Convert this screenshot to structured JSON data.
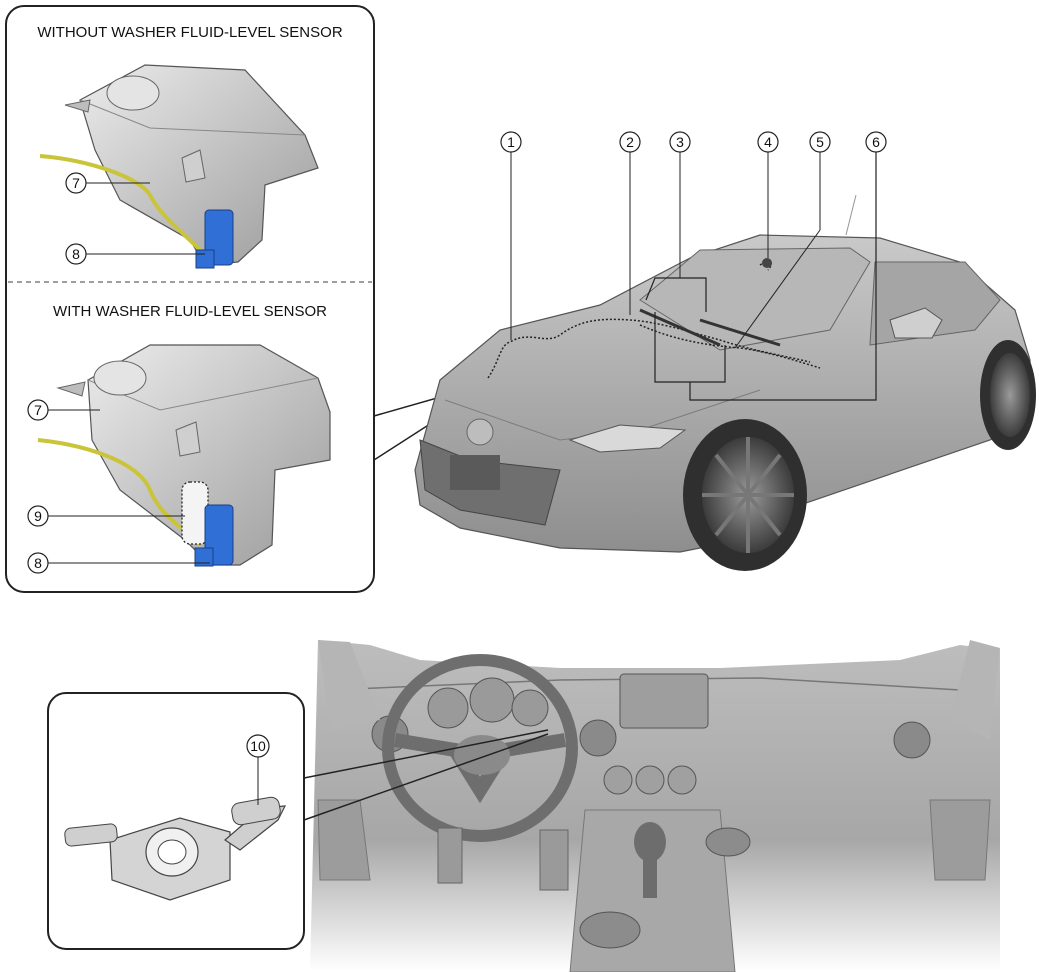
{
  "panels": {
    "without_sensor_title": "WITHOUT WASHER FLUID-LEVEL SENSOR",
    "with_sensor_title": "WITH WASHER FLUID-LEVEL SENSOR"
  },
  "callouts": {
    "c1": "1",
    "c2": "2",
    "c3": "3",
    "c4": "4",
    "c5": "5",
    "c6": "6",
    "c7": "7",
    "c8": "8",
    "c9": "9",
    "c10": "10"
  },
  "colors": {
    "washer_pump": "#2f6fd6",
    "hose": "#c9c43a",
    "tank": "#d2d2d2",
    "outline": "#222222"
  }
}
